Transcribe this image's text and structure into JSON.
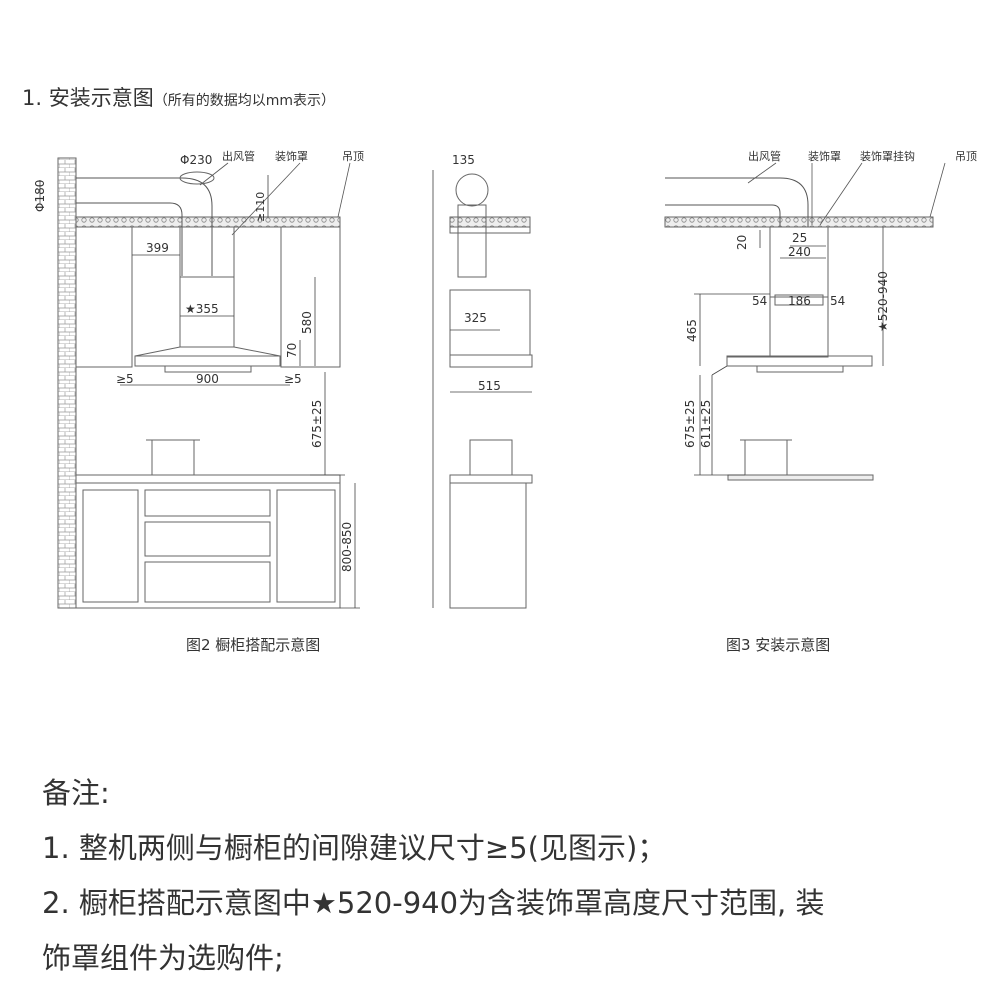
{
  "title": {
    "main": "1. 安装示意图",
    "sub": "（所有的数据均以mm表示）"
  },
  "fig2": {
    "caption": "图2 橱柜搭配示意图",
    "labels": {
      "outlet_pipe": "出风管",
      "decor_cover": "装饰罩",
      "ceiling": "吊顶"
    },
    "dims": {
      "d180": "Φ180",
      "d230": "Φ230",
      "ge110": "≥110",
      "w399": "399",
      "star355": "★355",
      "h580": "580",
      "h70": "70",
      "gap_left": "≥5",
      "w900": "900",
      "gap_right": "≥5",
      "h675": "675±25",
      "h800": "800-850",
      "side135": "135",
      "side325": "325",
      "side515": "515"
    }
  },
  "fig3": {
    "caption": "图3 安装示意图",
    "labels": {
      "outlet_pipe": "出风管",
      "decor_cover": "装饰罩",
      "cover_hook": "装饰罩挂钩",
      "ceiling": "吊顶"
    },
    "dims": {
      "h20": "20",
      "w25": "25",
      "w240": "240",
      "w54a": "54",
      "w186": "186",
      "w54b": "54",
      "star520": "★520-940",
      "h465": "465",
      "h675": "675±25",
      "h611": "611±25"
    }
  },
  "notes": {
    "heading": "备注:",
    "line1": "1. 整机两侧与橱柜的间隙建议尺寸≥5(见图示)；",
    "line2a": "2. 橱柜搭配示意图中★520-940为含装饰罩高度尺寸范围, 装",
    "line2b": "饰罩组件为选购件;"
  }
}
